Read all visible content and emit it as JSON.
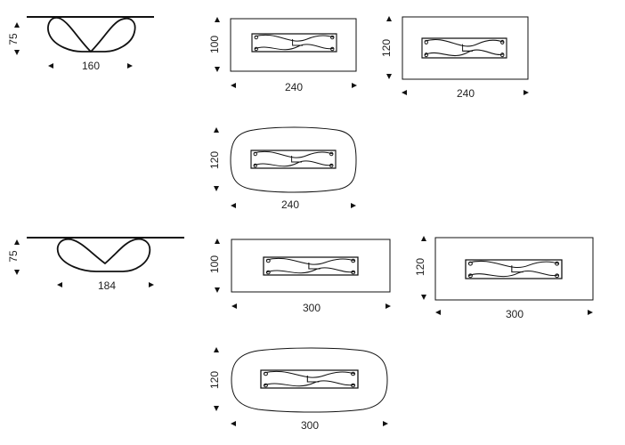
{
  "diagram": {
    "row1": {
      "side_view": {
        "height": "75",
        "width": "160"
      },
      "plan_rect_a": {
        "depth": "100",
        "length": "240"
      },
      "plan_rect_b": {
        "depth": "120",
        "length": "240"
      },
      "plan_shaped": {
        "depth": "120",
        "length": "240"
      }
    },
    "row2": {
      "side_view": {
        "height": "75",
        "width": "184"
      },
      "plan_rect_a": {
        "depth": "100",
        "length": "300"
      },
      "plan_rect_b": {
        "depth": "120",
        "length": "300"
      },
      "plan_shaped": {
        "depth": "120",
        "length": "300"
      }
    }
  }
}
